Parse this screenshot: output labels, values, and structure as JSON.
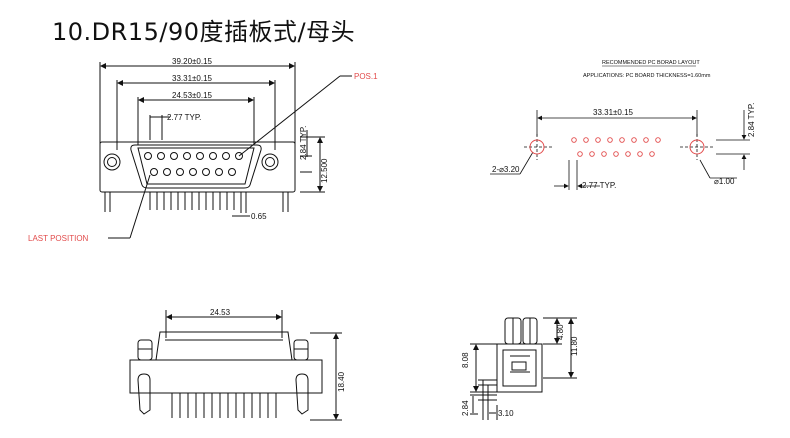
{
  "title": "10.DR15/90度插板式/母头",
  "colors": {
    "callout": "#e24b4b",
    "line": "#111111",
    "pad": "#e24b4b"
  },
  "front_view": {
    "dim_overall": "39.20±0.15",
    "dim_mount": "33.31±0.15",
    "dim_shell": "24.53±0.15",
    "dim_pitch": "2.77 TYP.",
    "dim_row_pitch": "2.84 TYP.",
    "dim_height": "12.500",
    "dim_pin": "0.65",
    "callout_pos1": "POS.1",
    "callout_last": "LAST POSITION"
  },
  "pcb_layout": {
    "heading": "RECOMMENDED PC BORAD LAYOUT",
    "subheading": "APPLICATIONS: PC BOARD THICKNESS=1.60mm",
    "dim_mount": "33.31±0.15",
    "dim_row_pitch": "2.84 TYP.",
    "dim_pitch": "2.77 TYP.",
    "dim_hole_large": "2-⌀3.20",
    "dim_hole_small": "⌀1.00"
  },
  "bottom_view": {
    "dim_width": "24.53",
    "dim_height": "18.40"
  },
  "side_view": {
    "dim_a": "4.80",
    "dim_b": "11.80",
    "dim_c": "8.08",
    "dim_d": "2.84",
    "dim_e": "3.10"
  }
}
